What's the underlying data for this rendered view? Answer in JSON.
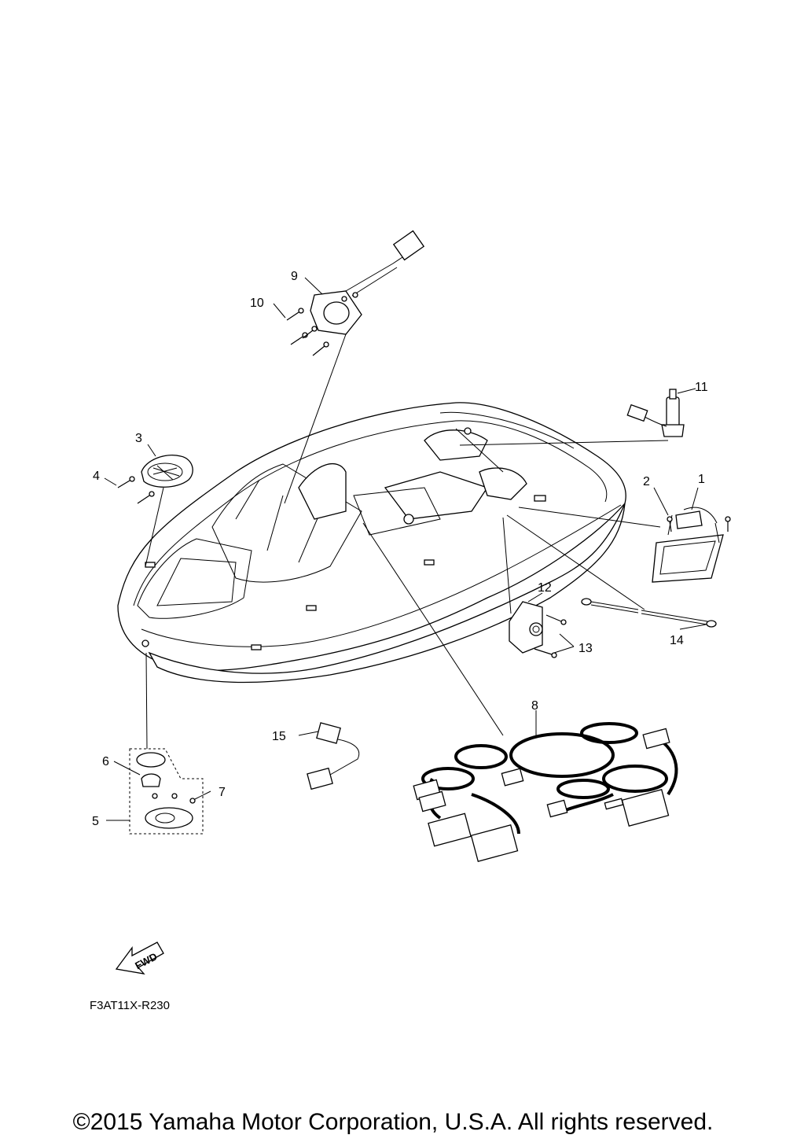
{
  "diagram": {
    "callouts": {
      "p1": "1",
      "p2": "2",
      "p3": "3",
      "p4": "4",
      "p5": "5",
      "p6": "6",
      "p7": "7",
      "p8": "8",
      "p9": "9",
      "p10": "10",
      "p11": "11",
      "p12": "12",
      "p13": "13",
      "p14": "14",
      "p15": "15"
    },
    "drawing_code": "F3AT11X-R230",
    "fwd_label": "FWD"
  },
  "footer": {
    "copyright": "©2015 Yamaha Motor Corporation, U.S.A. All rights reserved."
  }
}
